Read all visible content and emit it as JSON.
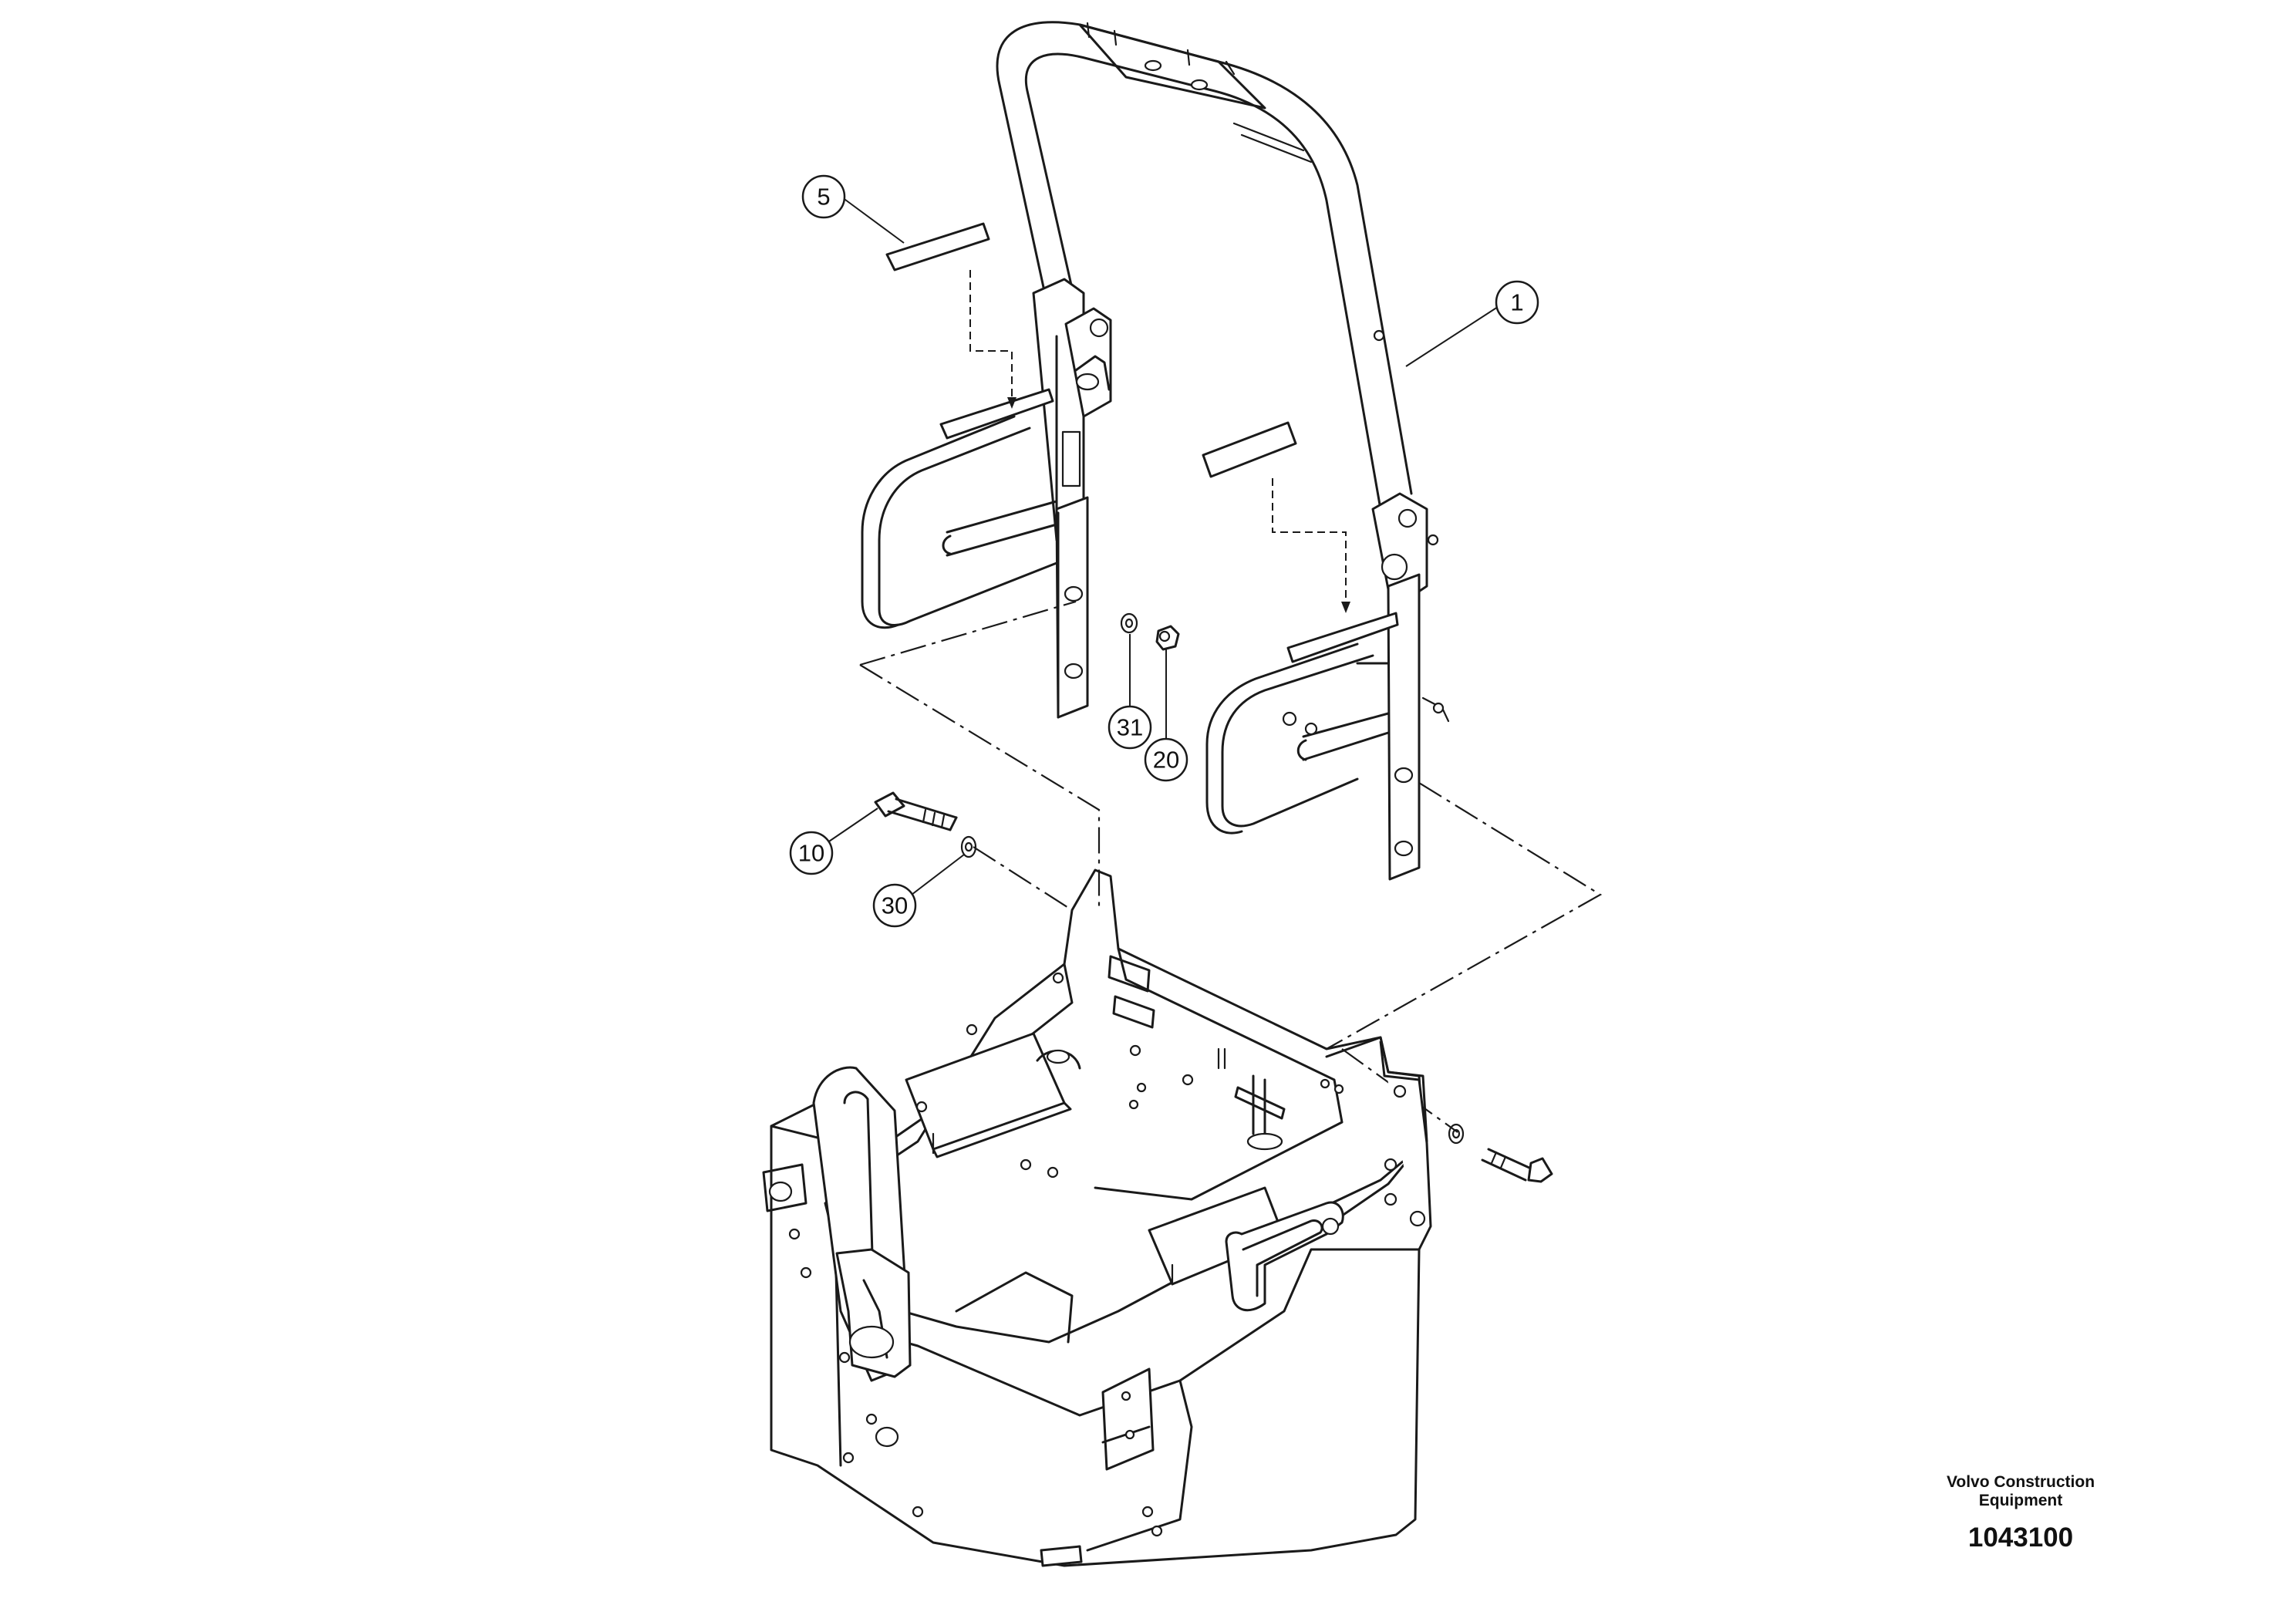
{
  "callouts": [
    {
      "id": "c5",
      "label": "5"
    },
    {
      "id": "c1",
      "label": "1"
    },
    {
      "id": "c31",
      "label": "31"
    },
    {
      "id": "c20",
      "label": "20"
    },
    {
      "id": "c10",
      "label": "10"
    },
    {
      "id": "c30",
      "label": "30"
    }
  ],
  "caption": {
    "company_line1": "Volvo Construction",
    "company_line2": "Equipment",
    "figure_number": "1043100"
  }
}
